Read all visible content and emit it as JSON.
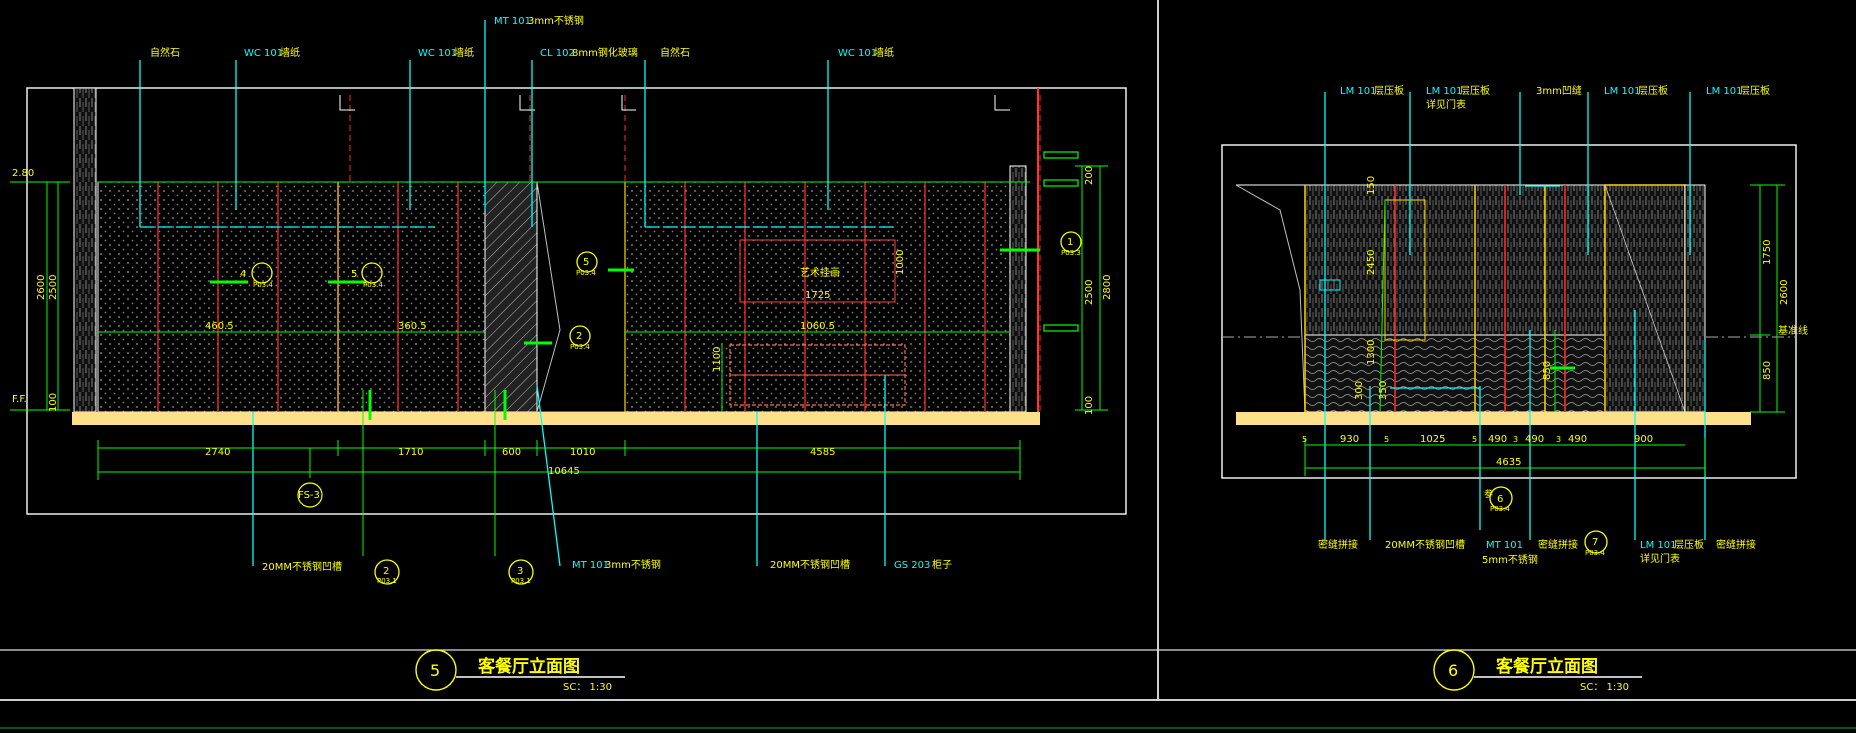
{
  "left": {
    "callouts_top": [
      {
        "tag": "",
        "text": "自然石"
      },
      {
        "tag": "WC 101",
        "text": "墙纸"
      },
      {
        "tag": "WC 101",
        "text": "墙纸"
      },
      {
        "tag": "MT 101",
        "text": "3mm不锈钢"
      },
      {
        "tag": "CL 102",
        "text": "8mm钢化玻璃"
      },
      {
        "tag": "",
        "text": "自然石"
      },
      {
        "tag": "WC 101",
        "text": "墙纸"
      }
    ],
    "callouts_bottom": [
      {
        "tag": "",
        "text": "20MM不锈钢凹槽"
      },
      {
        "tag": "MT 101",
        "text": "3mm不锈钢"
      },
      {
        "tag": "",
        "text": "20MM不锈钢凹槽"
      },
      {
        "tag": "GS 203",
        "text": "柜子"
      }
    ],
    "level_marks": [
      "2.80",
      "F.F."
    ],
    "dims_left": [
      "2600",
      "2500",
      "100"
    ],
    "dims_right": [
      "200",
      "2500",
      "2800",
      "100"
    ],
    "inner_dims": [
      "460.5",
      "360.5",
      "1725",
      "1060.5",
      "1000",
      "1100"
    ],
    "art_label": "艺术挂画",
    "bottom_dims": [
      "2740",
      "1710",
      "600",
      "1010",
      "4585"
    ],
    "total_dim": "10645",
    "ref_tag": "FS-3",
    "section_marks": [
      {
        "num": "4",
        "sheet": "P03.4"
      },
      {
        "num": "5",
        "sheet": "P03.4"
      },
      {
        "num": "5",
        "sheet": "P03.4"
      },
      {
        "num": "2",
        "sheet": "P03.4"
      },
      {
        "num": "1",
        "sheet": "P03.3"
      },
      {
        "num": "2",
        "sheet": "P03.1"
      },
      {
        "num": "3",
        "sheet": "P03.1"
      }
    ],
    "title_num": "5",
    "title": "客餐厅立面图",
    "scale": "SC： 1:30"
  },
  "right": {
    "callouts_top": [
      {
        "tag": "LM 101",
        "text": "层压板"
      },
      {
        "tag": "LM 101",
        "text": "层压板",
        "sub": "详见门表"
      },
      {
        "tag": "",
        "text": "3mm凹缝"
      },
      {
        "tag": "LM 101",
        "text": "层压板"
      },
      {
        "tag": "LM 101",
        "text": "层压板"
      }
    ],
    "callouts_bottom": [
      {
        "tag": "",
        "text": "密缝拼接"
      },
      {
        "tag": "",
        "text": "20MM不锈钢凹槽"
      },
      {
        "tag": "MT 101",
        "text": "5mm不锈钢"
      },
      {
        "tag": "",
        "text": "密缝拼接"
      },
      {
        "tag": "LM 101",
        "text": "层压板",
        "sub": "详见门表"
      },
      {
        "tag": "",
        "text": "密缝拼接"
      }
    ],
    "dims_right": [
      "1750",
      "2600",
      "850"
    ],
    "side_label": "基准线",
    "inner_dims": [
      "2450",
      "150",
      "1300",
      "300",
      "350",
      "850"
    ],
    "bottom_dims": [
      "5",
      "930",
      "5",
      "1025",
      "5",
      "490",
      "3",
      "490",
      "3",
      "490",
      "900"
    ],
    "total_dim": "4635",
    "section_marks": [
      {
        "num": "6",
        "sheet": "P03.4"
      },
      {
        "num": "7",
        "sheet": "P03.4"
      }
    ],
    "title_num": "6",
    "title": "客餐厅立面图",
    "scale": "SC： 1:30"
  },
  "colors": {
    "background": "#000000",
    "frame": "#ffffff",
    "dimension": "#00ff00",
    "leader": "#00ffff",
    "text": "#ffff00",
    "panel_line": "#ff0000",
    "floor": "#ffe08a"
  }
}
